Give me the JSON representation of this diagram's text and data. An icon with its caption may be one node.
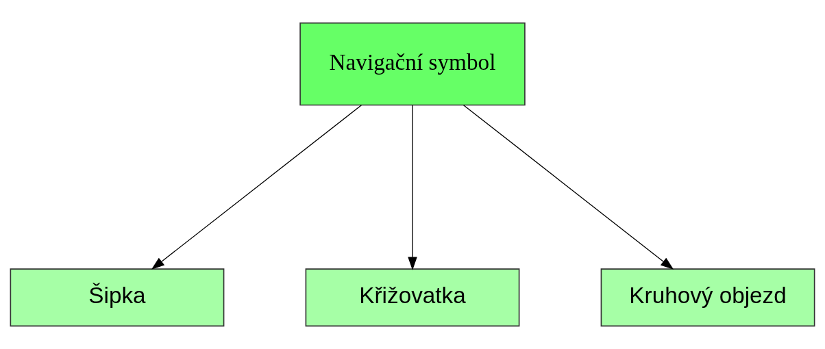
{
  "diagram": {
    "nodes": [
      {
        "text": [
          "Navigační symbol"
        ]
      },
      {
        "text": [
          "Šipka"
        ]
      },
      {
        "text": [
          "Křižovatka"
        ]
      },
      {
        "text": [
          "Kruhový objezd"
        ]
      }
    ],
    "edges": [
      {
        "from": 0,
        "to": 1,
        "arrow": "to"
      },
      {
        "from": 0,
        "to": 2,
        "arrow": "to"
      },
      {
        "from": 0,
        "to": 3,
        "arrow": "to"
      }
    ]
  }
}
